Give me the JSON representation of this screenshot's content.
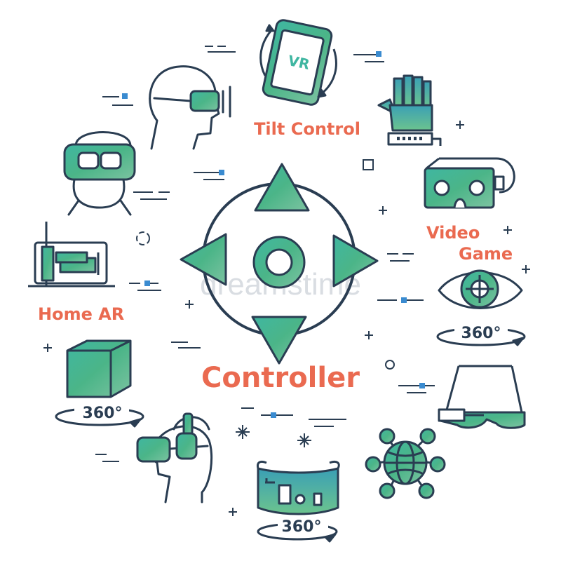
{
  "palette": {
    "stroke": "#2a3d52",
    "label": "#ea6a50",
    "accent": "#3a8bd0",
    "gradient_start": "#3fb6a1",
    "gradient_mid": "#4bb588",
    "gradient_end": "#7cc3a1"
  },
  "center": {
    "title": "Controller",
    "icon": "dpad-controller-icon"
  },
  "labels": {
    "tilt_control": "Tilt Control",
    "video_game_line1": "Video",
    "video_game_line2": "Game",
    "home_ar": "Home AR"
  },
  "icon_texts": {
    "phone_vr": "VR",
    "eye_360": "360°",
    "cube_360": "360°",
    "panorama_360": "360°"
  },
  "icons": [
    "vr-headset-front-icon",
    "head-with-vr-glasses-icon",
    "phone-rotate-vr-icon",
    "haptic-glove-icon",
    "cardboard-viewer-icon",
    "eye-target-icon",
    "smart-glasses-icon",
    "globe-network-icon",
    "panoramic-screen-icon",
    "head-with-headset-icon",
    "cube-360-icon",
    "room-ar-icon"
  ],
  "watermark": "dreamstime"
}
